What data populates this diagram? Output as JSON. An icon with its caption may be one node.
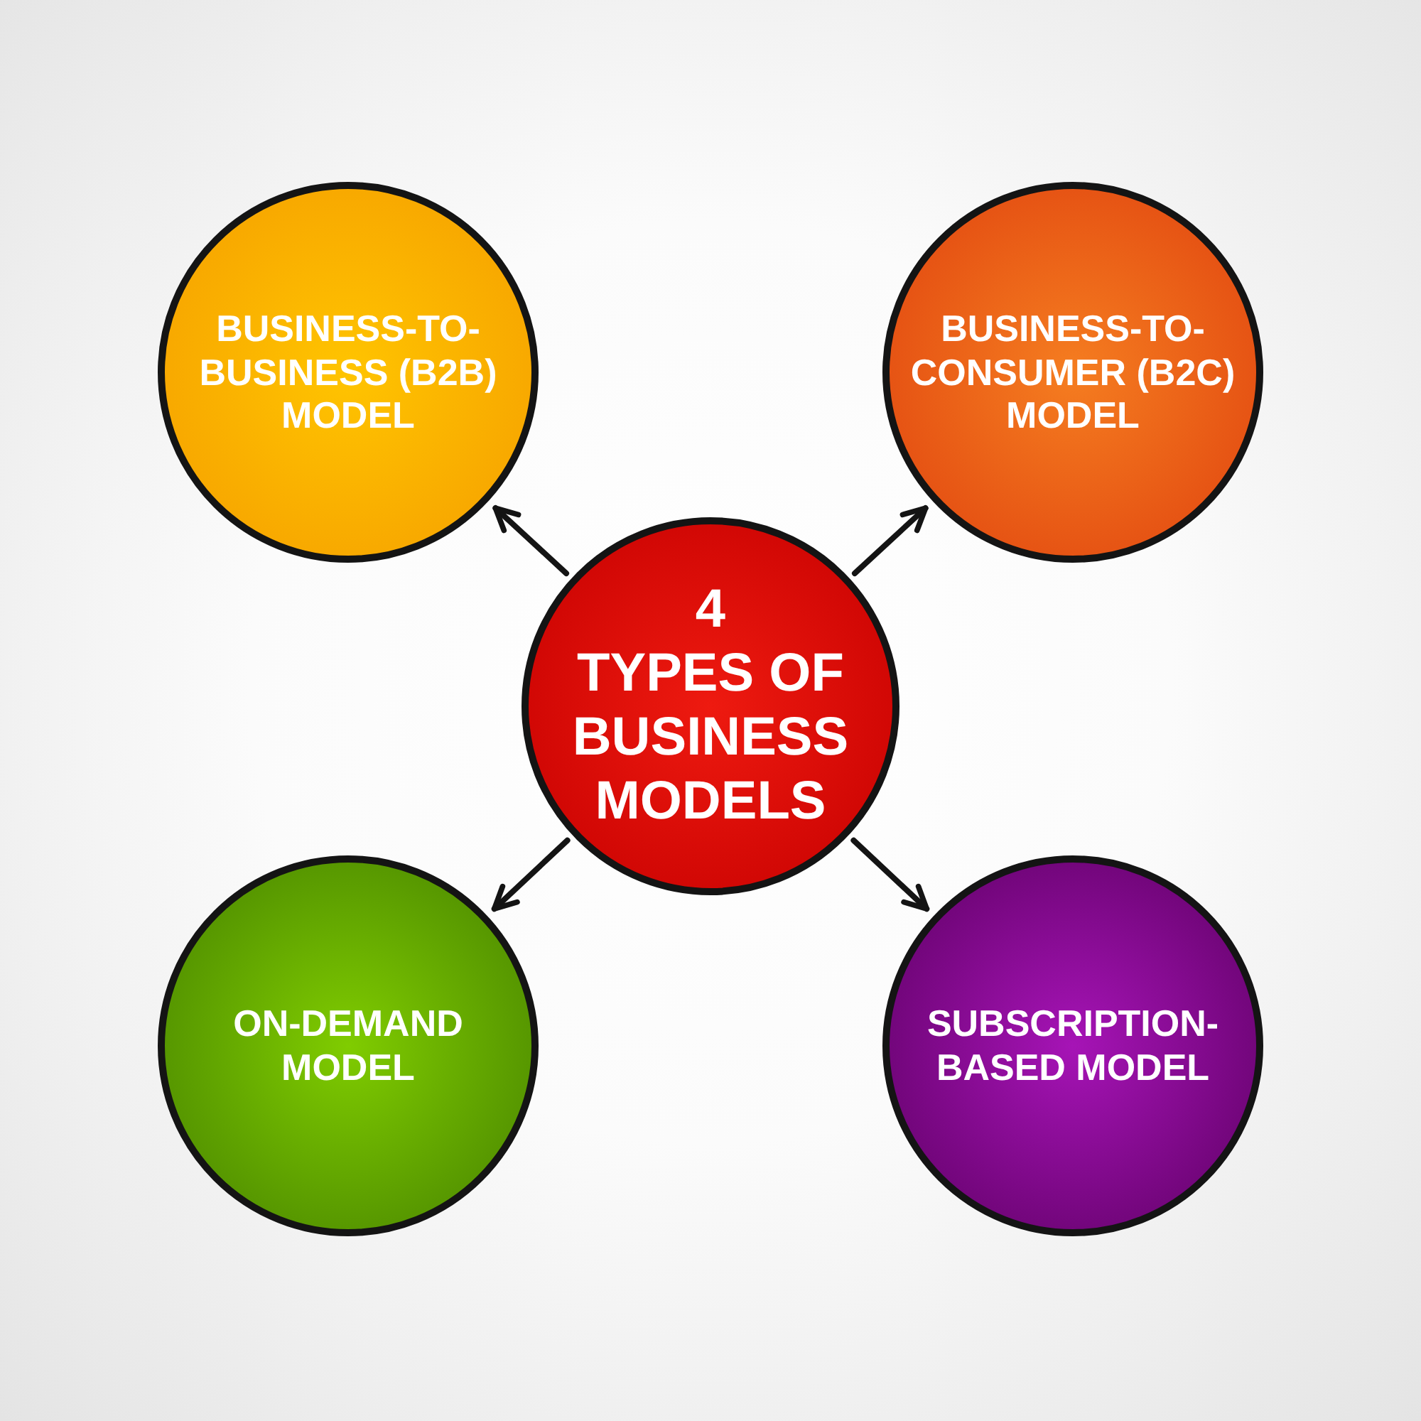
{
  "diagram": {
    "nodes": [
      {
        "text": [
          "BUSINESS-TO-BUSINESS (B2B) MODEL"
        ]
      },
      {
        "text": [
          "BUSINESS-TO-CONSUMER (B2C) MODEL"
        ]
      },
      {
        "text": [
          "4 TYPES OF BUSINESS MODELS"
        ]
      },
      {
        "text": [
          "ON-DEMAND MODEL"
        ]
      },
      {
        "text": [
          "SUBSCRIPTION-BASED MODEL"
        ]
      }
    ],
    "edges": [
      {
        "from": 2,
        "to": 0,
        "arrow": "to"
      },
      {
        "from": 2,
        "to": 1,
        "arrow": "to"
      },
      {
        "from": 2,
        "to": 3,
        "arrow": "to"
      },
      {
        "from": 2,
        "to": 4,
        "arrow": "to"
      }
    ]
  }
}
